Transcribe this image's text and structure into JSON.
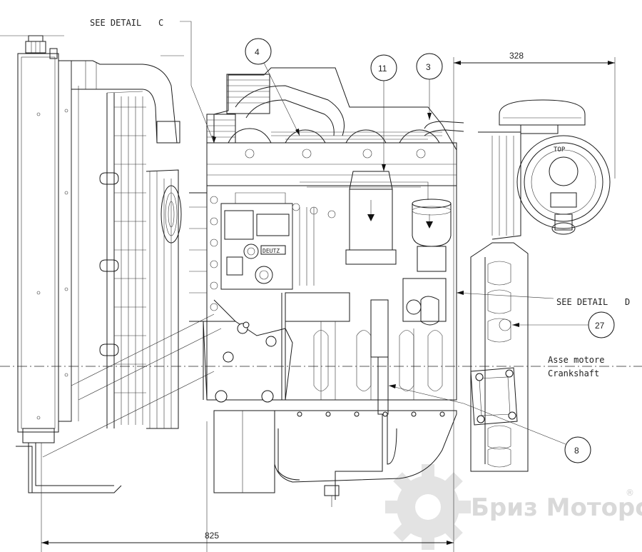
{
  "labels": {
    "see_detail_c_text": "SEE DETAIL",
    "see_detail_c_letter": "C",
    "see_detail_d_text": "SEE DETAIL",
    "see_detail_d_letter": "D",
    "axis_line1": "Asse motore",
    "axis_line2": "Crankshaft"
  },
  "dimensions": {
    "top": "328",
    "bottom": "825"
  },
  "balloons": [
    "4",
    "11",
    "3",
    "27",
    "8"
  ],
  "watermark": {
    "text": "Бриз Моторс",
    "registered": "®"
  },
  "colors": {
    "line": "#1a1a1a",
    "background": "#ffffff",
    "watermark": "#d9d9d9"
  }
}
